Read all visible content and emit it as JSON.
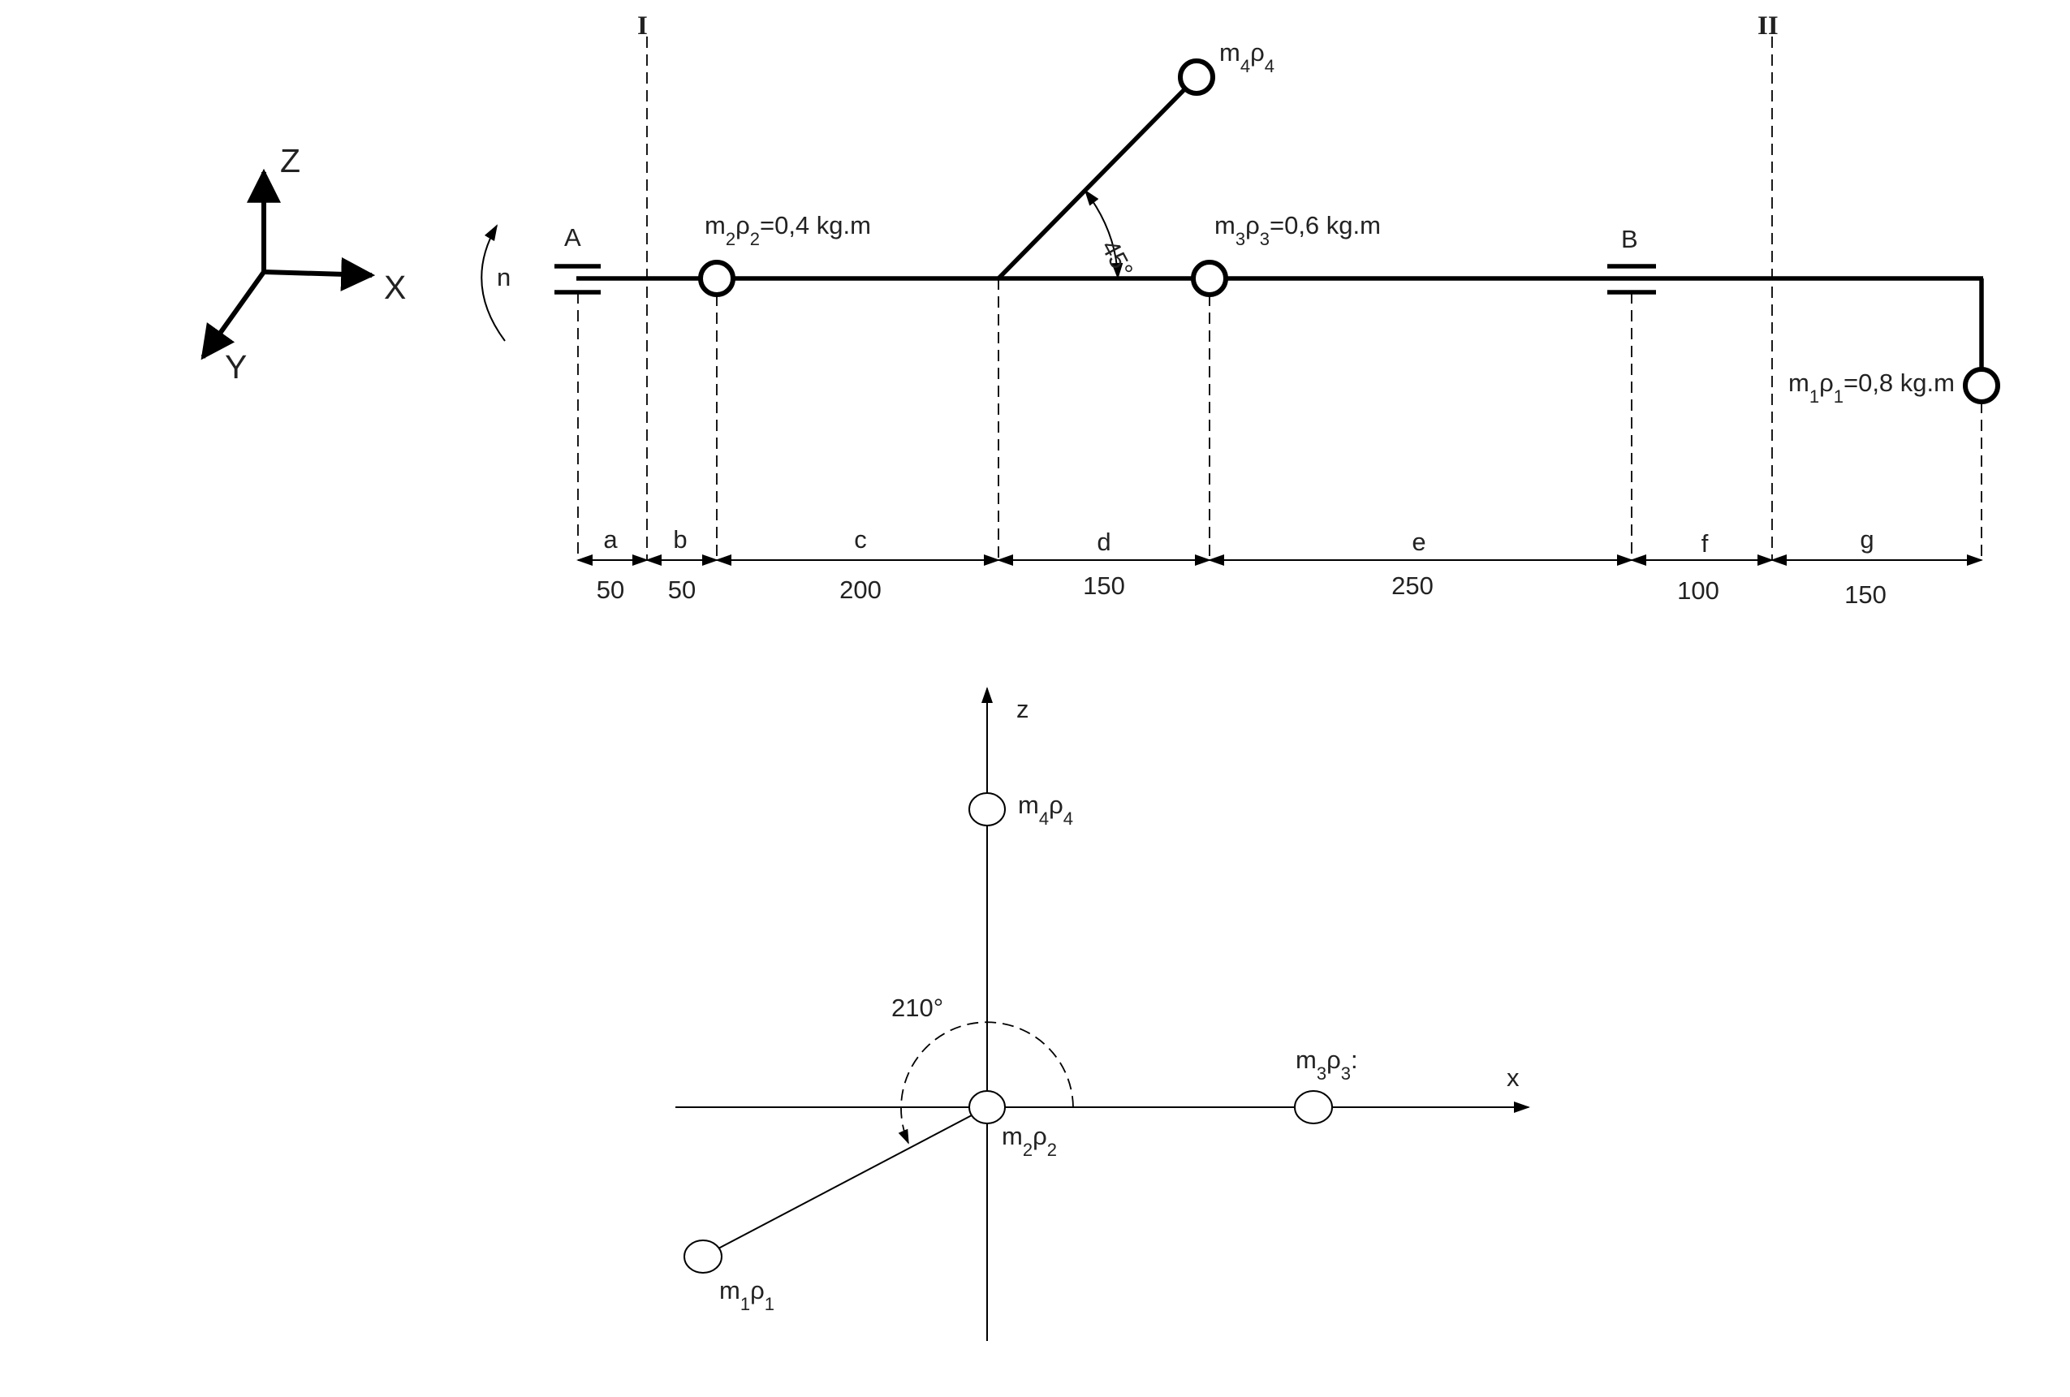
{
  "triad": {
    "z": "Z",
    "x": "X",
    "y": "Y"
  },
  "rotation_label": "n",
  "bearings": {
    "a": "A",
    "b": "B"
  },
  "planes": {
    "one": "I",
    "two": "II"
  },
  "angle_top": "45°",
  "masses_top": {
    "m1": {
      "m": "m",
      "msub": "1",
      "rho": "ρ",
      "rsub": "1",
      "value": "=0,8 kg.m"
    },
    "m2": {
      "m": "m",
      "msub": "2",
      "rho": "ρ",
      "rsub": "2",
      "value": "=0,4 kg.m"
    },
    "m3": {
      "m": "m",
      "msub": "3",
      "rho": "ρ",
      "rsub": "3",
      "value": "=0,6 kg.m"
    },
    "m4": {
      "m": "m",
      "msub": "4",
      "rho": "ρ",
      "rsub": "4",
      "value": ""
    }
  },
  "segments": [
    {
      "letter": "a",
      "value": "50"
    },
    {
      "letter": "b",
      "value": "50"
    },
    {
      "letter": "c",
      "value": "200"
    },
    {
      "letter": "d",
      "value": "150"
    },
    {
      "letter": "e",
      "value": "250"
    },
    {
      "letter": "f",
      "value": "100"
    },
    {
      "letter": "g",
      "value": "150"
    }
  ],
  "bottom": {
    "axis_z": "z",
    "axis_x": "x",
    "angle": "210°",
    "m1": {
      "m": "m",
      "msub": "1",
      "rho": "ρ",
      "rsub": "1"
    },
    "m2": {
      "m": "m",
      "msub": "2",
      "rho": "ρ",
      "rsub": "2"
    },
    "m3": {
      "m": "m",
      "msub": "3",
      "rho": "ρ",
      "rsub": "3",
      "suffix": ":"
    },
    "m4": {
      "m": "m",
      "msub": "4",
      "rho": "ρ",
      "rsub": "4"
    }
  }
}
